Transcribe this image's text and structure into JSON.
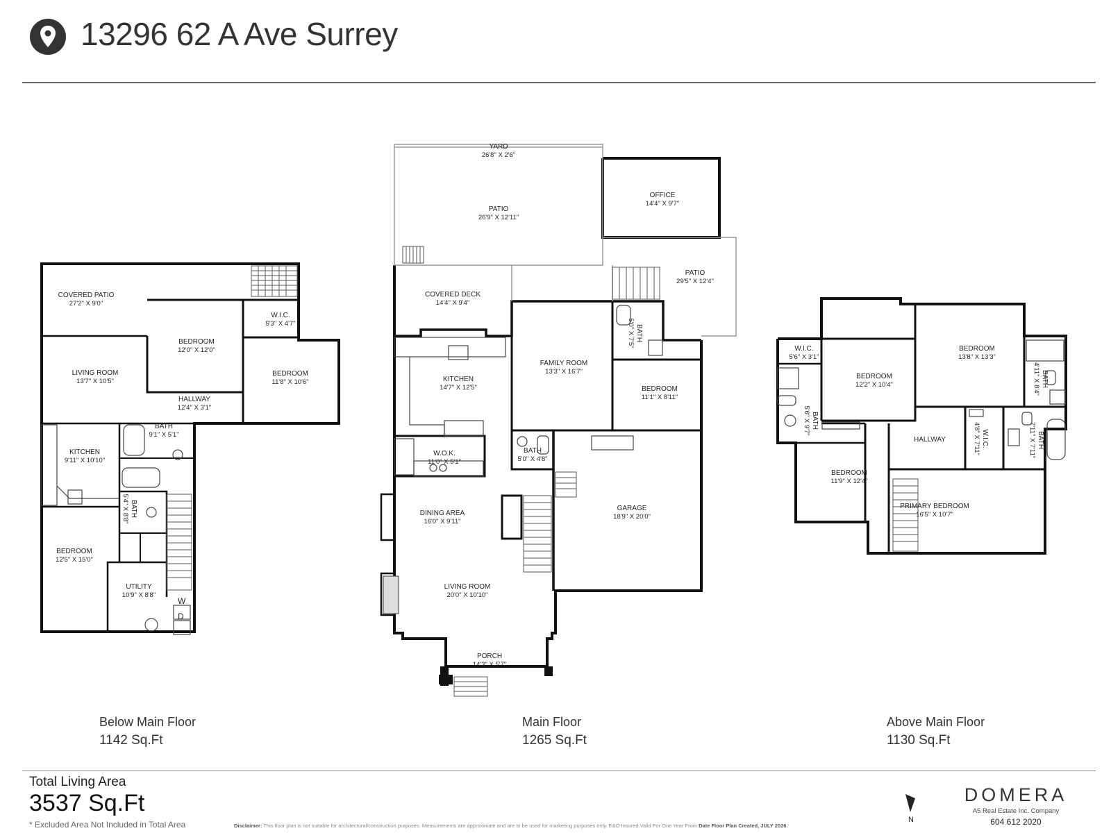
{
  "header": {
    "address": "13296 62 A Ave Surrey",
    "pin_icon": "map-pin-icon"
  },
  "floors": [
    {
      "name": "Below Main Floor",
      "area": "1142 Sq.Ft"
    },
    {
      "name": "Main Floor",
      "area": "1265 Sq.Ft"
    },
    {
      "name": "Above Main Floor",
      "area": "1130 Sq.Ft"
    }
  ],
  "below_rooms": [
    {
      "name": "COVERED PATIO",
      "dims": "27'2\" X 9'0\""
    },
    {
      "name": "BEDROOM",
      "dims": "12'0\" X 12'0\""
    },
    {
      "name": "W.I.C.",
      "dims": "5'3\" X 4'7\""
    },
    {
      "name": "LIVING ROOM",
      "dims": "13'7\" X 10'5\""
    },
    {
      "name": "BEDROOM",
      "dims": "11'8\" X 10'6\""
    },
    {
      "name": "HALLWAY",
      "dims": "12'4\" X 3'1\""
    },
    {
      "name": "BATH",
      "dims": "9'1\" X 5'1\""
    },
    {
      "name": "KITCHEN",
      "dims": "9'11\" X 10'10\""
    },
    {
      "name": "BATH",
      "dims": "5'4\" X 8'8\""
    },
    {
      "name": "BEDROOM",
      "dims": "12'5\" X 15'0\""
    },
    {
      "name": "UTILITY",
      "dims": "10'9\" X 8'8\""
    }
  ],
  "main_rooms": [
    {
      "name": "YARD",
      "dims": "26'8\" X 2'6\""
    },
    {
      "name": "PATIO",
      "dims": "26'9\" X 12'11\""
    },
    {
      "name": "OFFICE",
      "dims": "14'4\" X 9'7\""
    },
    {
      "name": "PATIO",
      "dims": "29'5\" X 12'4\""
    },
    {
      "name": "COVERED DECK",
      "dims": "14'4\" X 9'4\""
    },
    {
      "name": "KITCHEN",
      "dims": "14'7\" X 12'5\""
    },
    {
      "name": "FAMILY ROOM",
      "dims": "13'3\" X 16'7\""
    },
    {
      "name": "BATH",
      "dims": "5'0\" X 7'5\""
    },
    {
      "name": "BEDROOM",
      "dims": "11'1\" X 8'11\""
    },
    {
      "name": "W.O.K.",
      "dims": "11'0\" X 5'1\""
    },
    {
      "name": "BATH",
      "dims": "5'0\" X 4'8\""
    },
    {
      "name": "GARAGE",
      "dims": "18'9\" X 20'0\""
    },
    {
      "name": "DINING AREA",
      "dims": "16'0\" X 9'11\""
    },
    {
      "name": "LIVING ROOM",
      "dims": "20'0\" X 10'10\""
    },
    {
      "name": "PORCH",
      "dims": "14'3\" X 5'7\""
    }
  ],
  "above_rooms": [
    {
      "name": "W.I.C.",
      "dims": "5'6\" X 3'1\""
    },
    {
      "name": "BEDROOM",
      "dims": "12'2\" X 10'4\""
    },
    {
      "name": "BEDROOM",
      "dims": "13'8\" X 13'3\""
    },
    {
      "name": "BATH",
      "dims": "4'11\" X 8'4\""
    },
    {
      "name": "BATH",
      "dims": "5'6\" X 9'7\""
    },
    {
      "name": "HALLWAY",
      "dims": ""
    },
    {
      "name": "W.I.C.",
      "dims": "4'8\" X 7'11\""
    },
    {
      "name": "BATH",
      "dims": "7'11\" X 7'11\""
    },
    {
      "name": "BEDROOM",
      "dims": "11'9\" X 12'4\""
    },
    {
      "name": "PRIMARY BEDROOM",
      "dims": "16'5\" X 10'7\""
    }
  ],
  "appliances": {
    "washer": "W",
    "dryer": "D"
  },
  "footer": {
    "total_label": "Total Living Area",
    "total_value": "3537 Sq.Ft",
    "excluded_note": "* Excluded Area Not Included in Total Area",
    "disclaimer_label": "Disclaimer:",
    "disclaimer_text": "This floor plan is not suitable for architectural/construction purposes. Measurements are approximate and are to be used for marketing purposes only. E&O Insured.Valid For One Year From",
    "disclaimer_date": "Date Floor Plan Created, JULY 2026.",
    "compass_letter": "N",
    "brand": "DOMERA",
    "brand_sub": "A5 Real Estate Inc. Company",
    "phone": "604 612 2020"
  }
}
